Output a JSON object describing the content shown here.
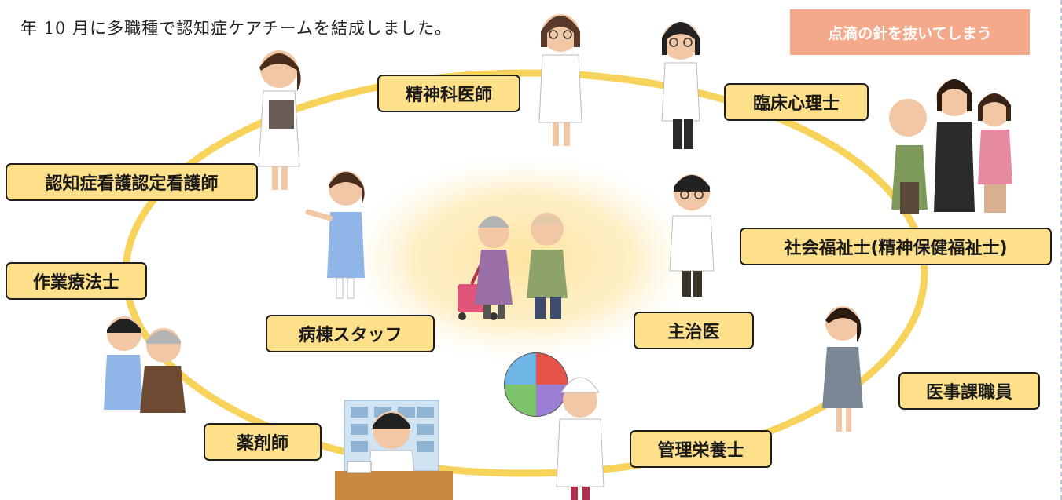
{
  "intro_text": "年 10 月に多職種で認知症ケアチームを結成しました。",
  "badge_text": "点滴の針を抜いてしまう",
  "roles": {
    "psychiatrist": "精神科医師",
    "clinical_psychologist": "臨床心理士",
    "dementia_nurse": "認知症看護認定看護師",
    "social_worker": "社会福祉士(精神保健福祉士)",
    "occupational_therapist": "作業療法士",
    "ward_staff": "病棟スタッフ",
    "attending_physician": "主治医",
    "medical_affairs_staff": "医事課職員",
    "pharmacist": "薬剤師",
    "dietitian": "管理栄養士"
  },
  "colors": {
    "ring": "#f7d35c",
    "label_fill": "#ffe08a",
    "badge_fill": "#f4a98a",
    "center_glow": "#fde9a8"
  }
}
